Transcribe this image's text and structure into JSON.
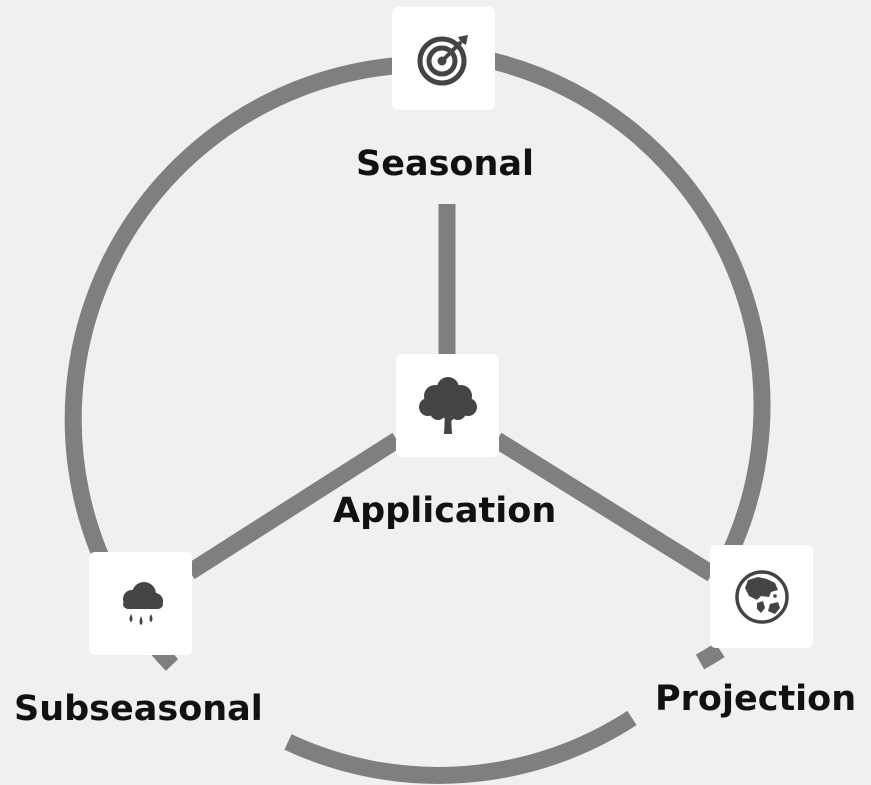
{
  "colors": {
    "background": "#f0f0f0",
    "ring": "#7f7f7f",
    "icon": "#444444",
    "label": "#111111",
    "box": "#ffffff"
  },
  "nodes": {
    "center": {
      "label": "Application",
      "icon": "tree-icon"
    },
    "top": {
      "label": "Seasonal",
      "icon": "target-icon"
    },
    "left": {
      "label": "Subseasonal",
      "icon": "rain-cloud-icon"
    },
    "right": {
      "label": "Projection",
      "icon": "globe-icon"
    }
  }
}
